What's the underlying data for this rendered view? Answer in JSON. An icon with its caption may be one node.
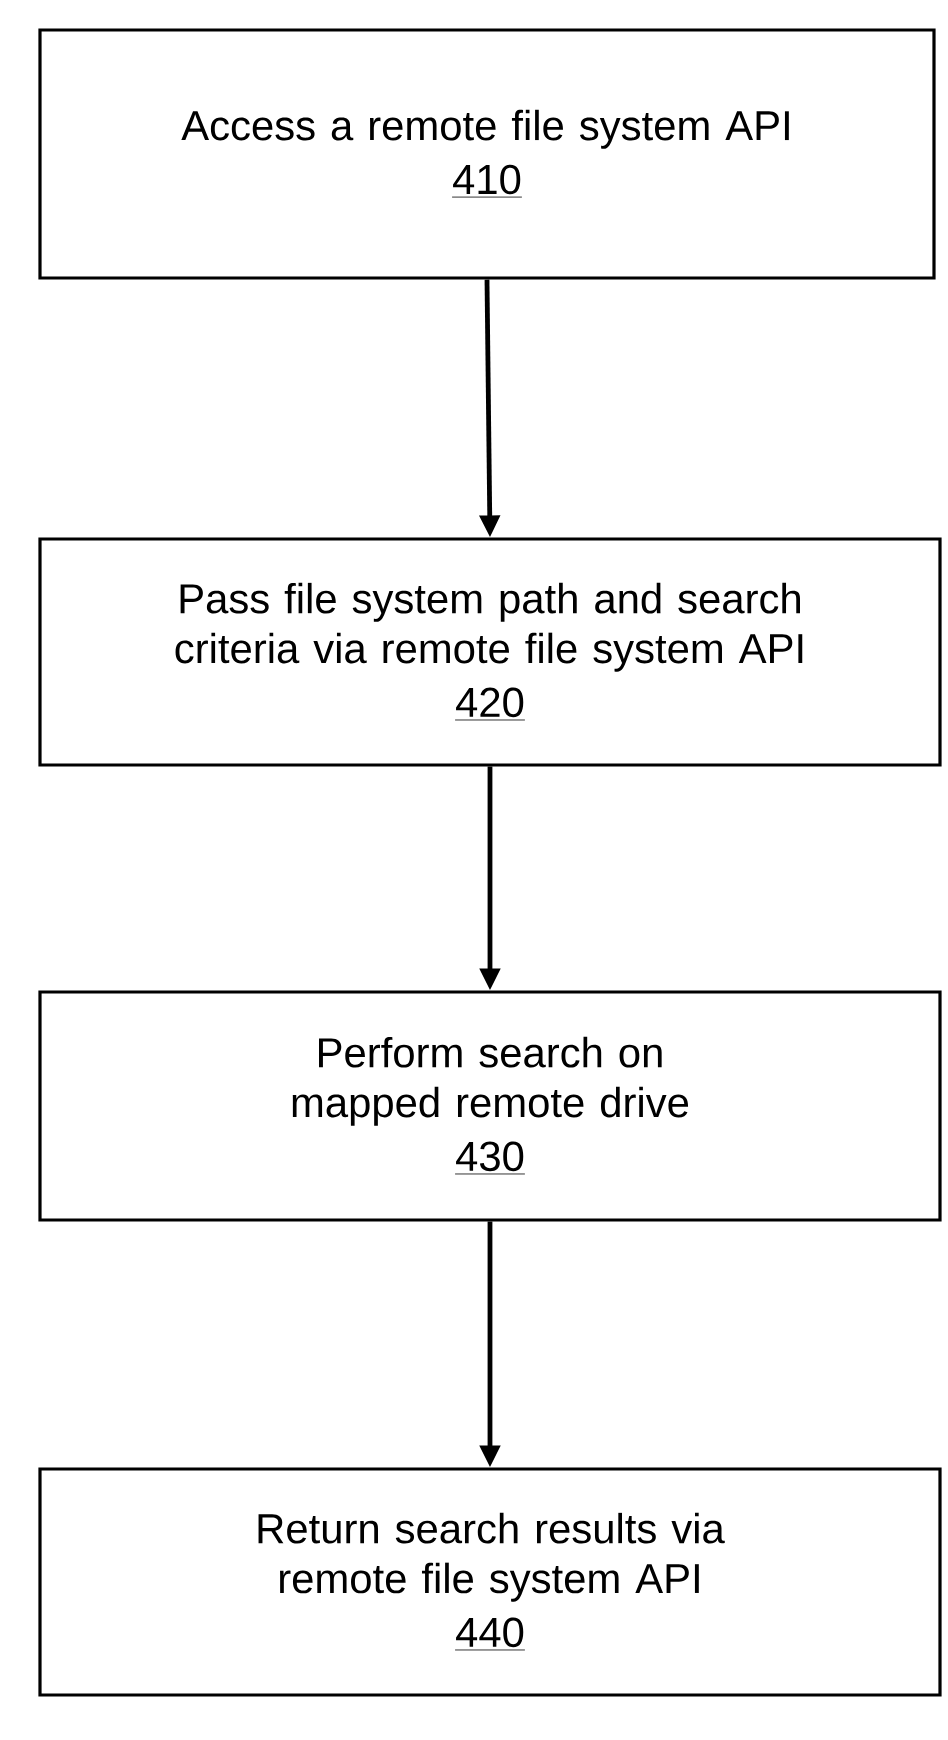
{
  "diagram": {
    "nodes": [
      {
        "text": [
          "Access a remote file system API",
          "410"
        ]
      },
      {
        "text": [
          "Pass file system path and search criteria via remote file system API",
          "420"
        ]
      },
      {
        "text": [
          "Perform search on mapped remote drive",
          "430"
        ]
      },
      {
        "text": [
          "Return search results via remote file system API",
          "440"
        ]
      }
    ],
    "edges": [
      {
        "from": 0,
        "to": 1,
        "arrow": "to"
      },
      {
        "from": 1,
        "to": 2,
        "arrow": "to"
      },
      {
        "from": 2,
        "to": 3,
        "arrow": "to"
      }
    ]
  }
}
